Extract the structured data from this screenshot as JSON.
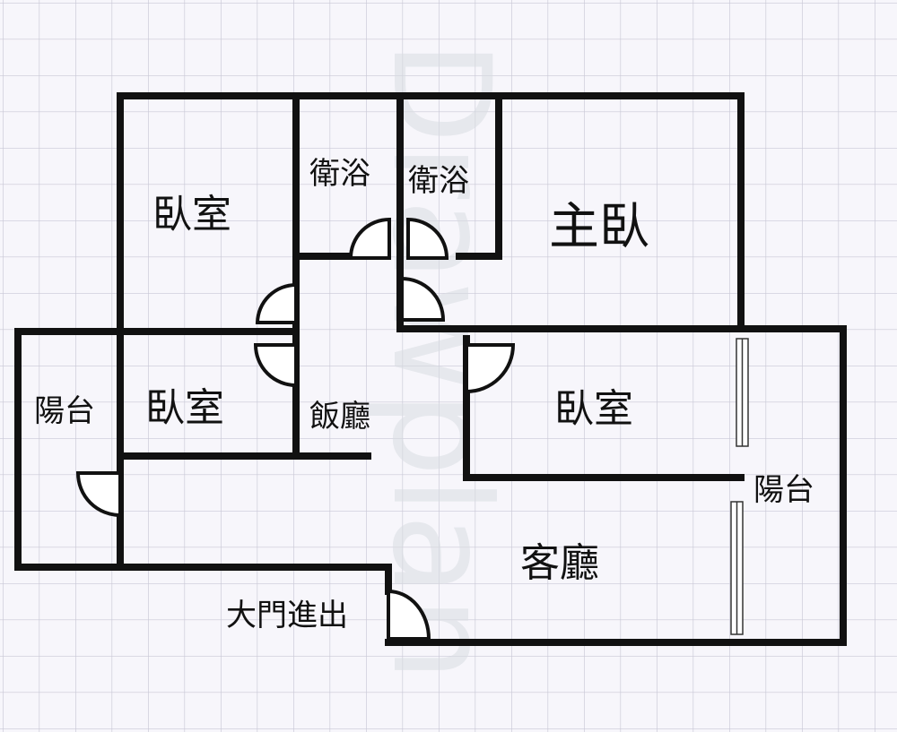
{
  "watermark": "Drawplan",
  "rooms": {
    "bedroom_top_left": "臥室",
    "bath_left": "衛浴",
    "bath_right": "衛浴",
    "master_bedroom": "主臥",
    "balcony_left": "陽台",
    "bedroom_mid_left": "臥室",
    "dining_room": "飯廳",
    "bedroom_mid_right": "臥室",
    "balcony_right": "陽台",
    "living_room": "客廳",
    "main_entrance": "大門進出"
  },
  "colors": {
    "background": "#f7f6fb",
    "grid": "#c9c8d6",
    "wall": "#111111"
  }
}
